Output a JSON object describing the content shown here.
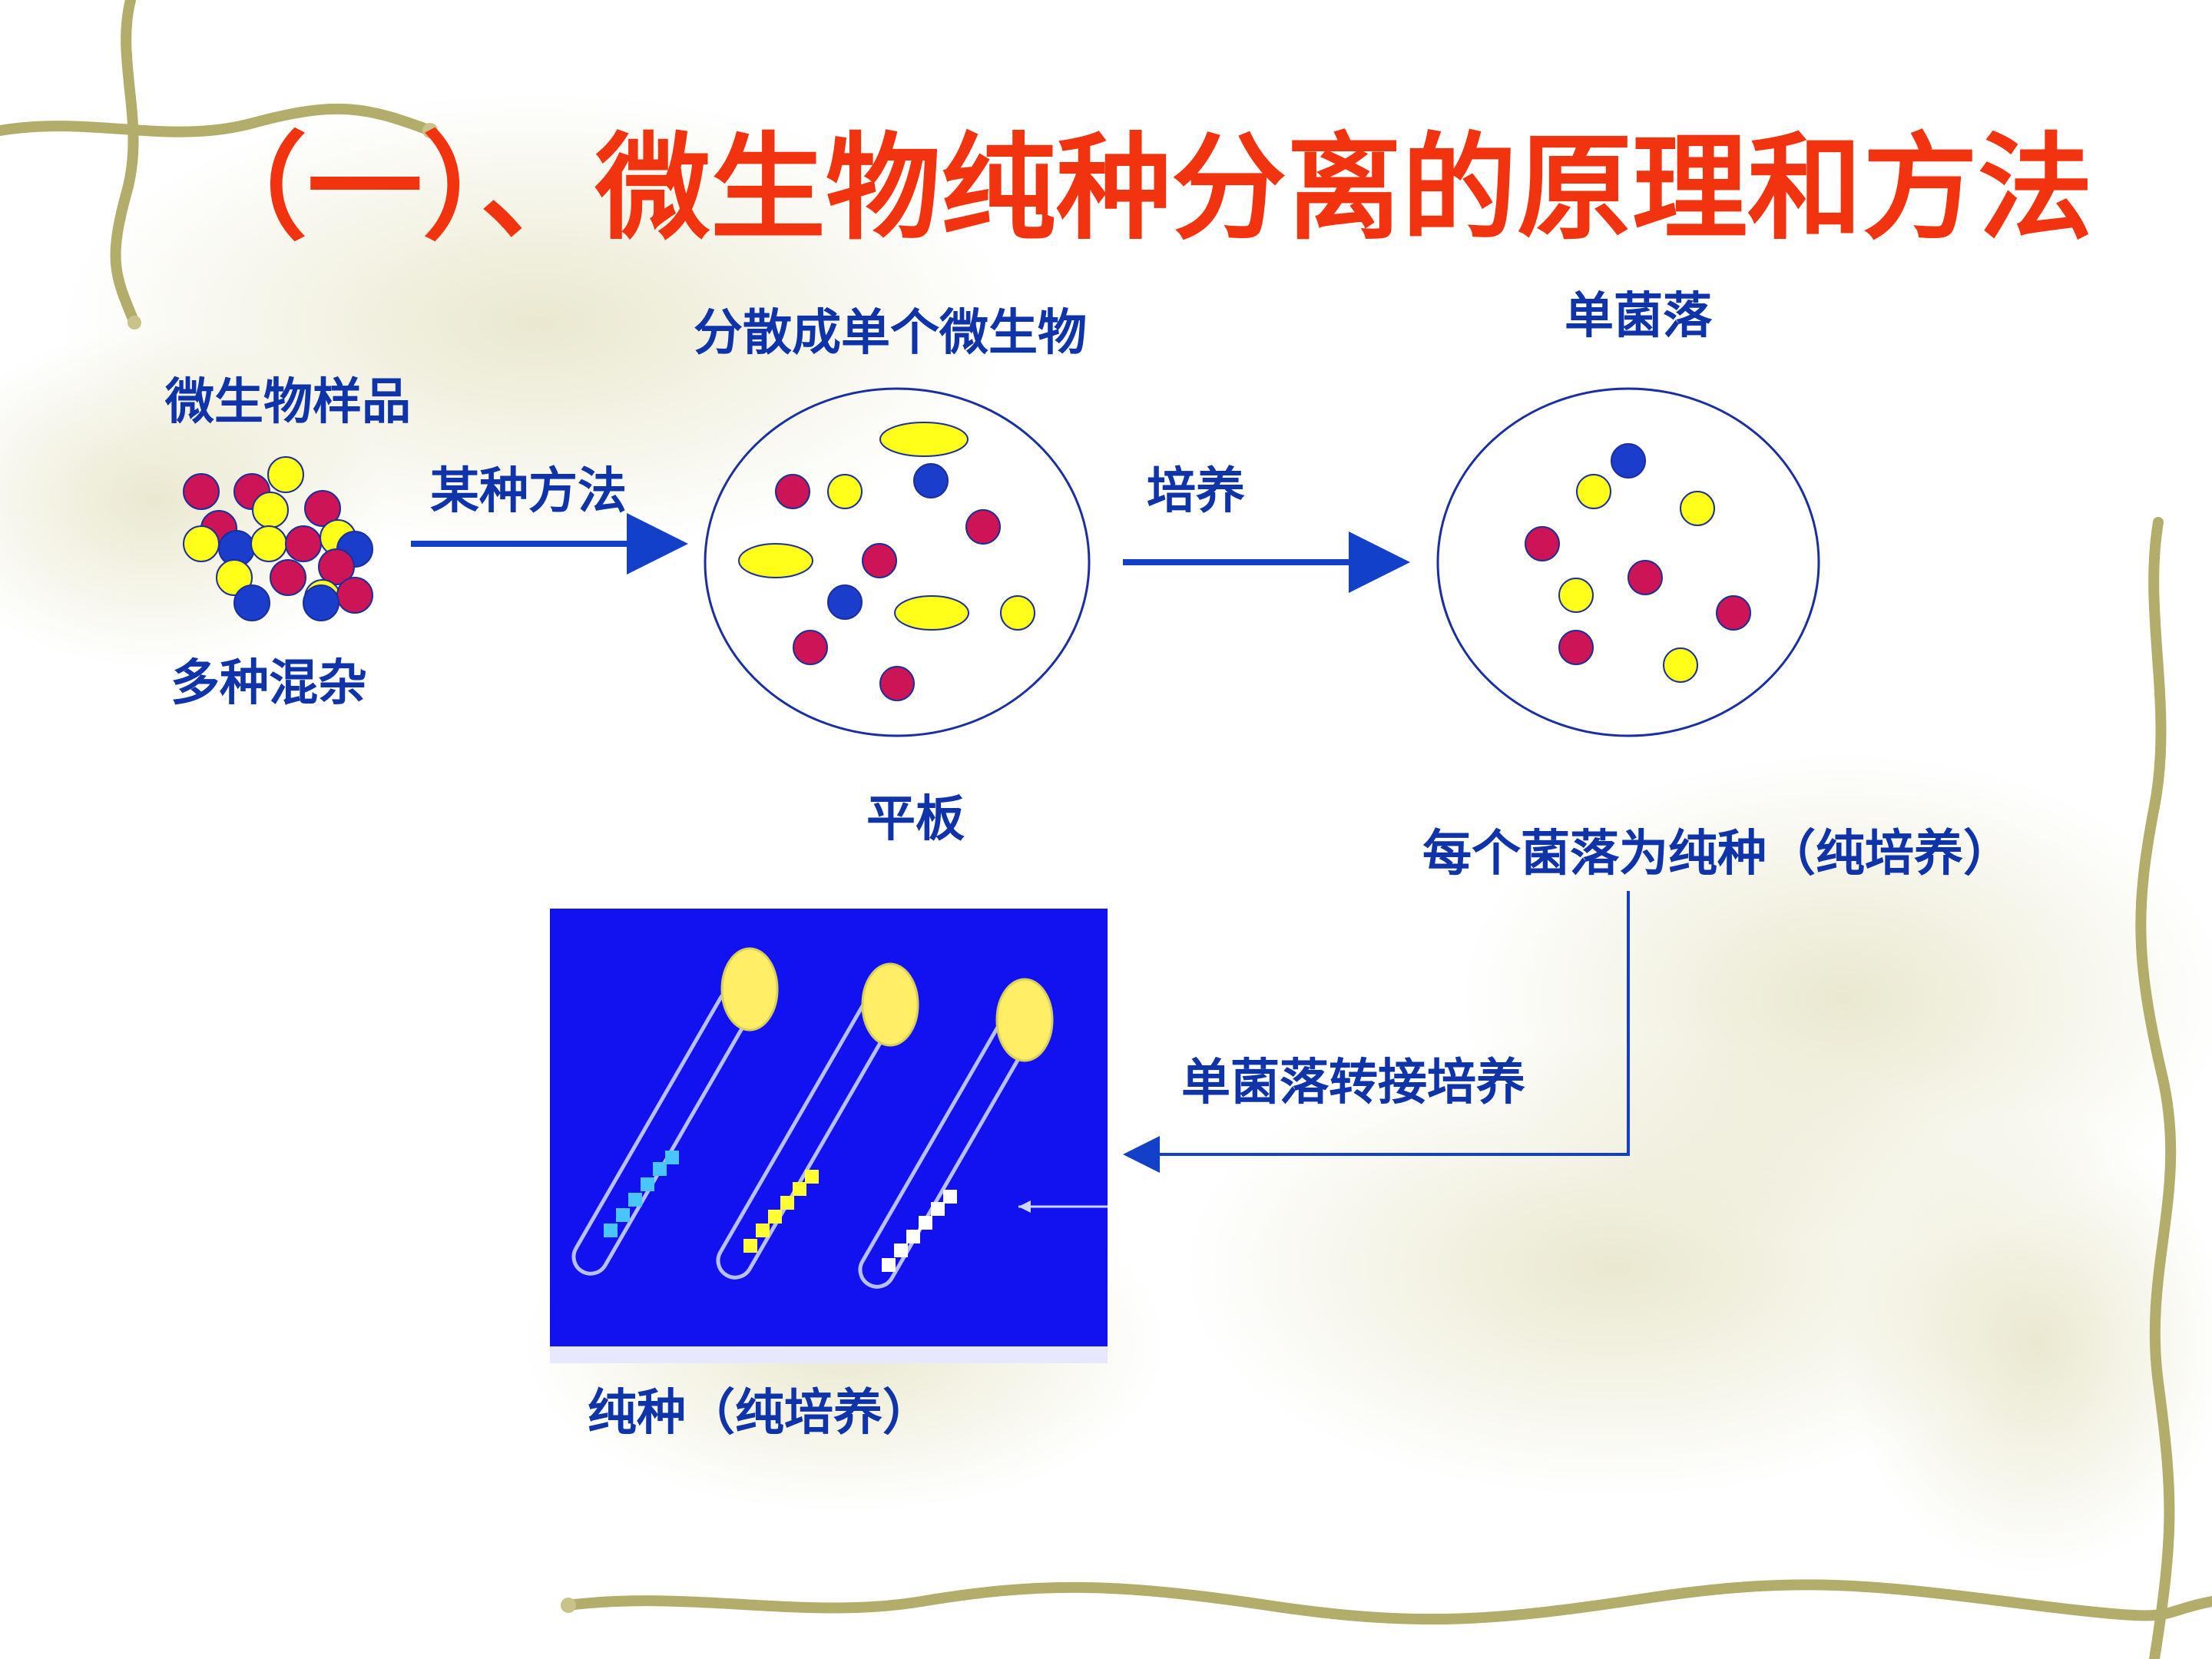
{
  "slide": {
    "title": "（一）、微生物纯种分离的原理和方法",
    "colors": {
      "title": "#f2330f",
      "label": "#0f33a8",
      "arrow": "#1240c8",
      "red_cell": "#cc1457",
      "yellow_cell": "#ffff1a",
      "blue_cell": "#1a3dcc",
      "photo_bg": "#1212f0",
      "background_vine": "#b3ad6b"
    }
  },
  "labels": {
    "sample": "微生物样品",
    "mixed": "多种混杂",
    "method_arrow": "某种方法",
    "dispersed": "分散成单个微生物",
    "plate": "平板",
    "culture_arrow": "培养",
    "single_colony": "单菌落",
    "pure_per_colony": "每个菌落为纯种（纯培养）",
    "transfer": "单菌落转接培养",
    "pure_culture": "纯种（纯培养）"
  }
}
